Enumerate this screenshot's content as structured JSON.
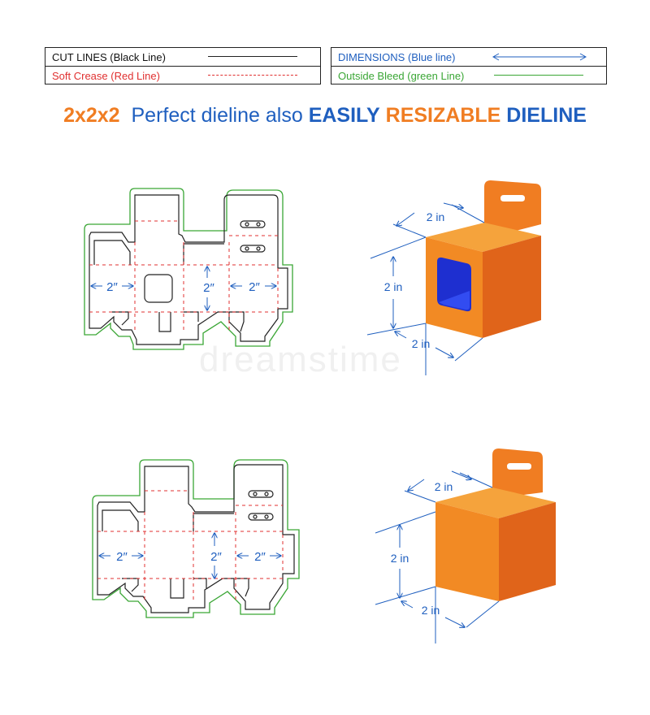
{
  "legend": {
    "cut_lines": "CUT LINES (Black Line)",
    "soft_crease": "Soft Crease (Red Line)",
    "dimensions": "DIMENSIONS (Blue line)",
    "outside_bleed": "Outside Bleed (green Line)"
  },
  "title": {
    "size": "2x2x2",
    "perfect": "Perfect dieline also",
    "easily": "EASILY",
    "resizable": "RESIZABLE",
    "dieline": "DIELINE"
  },
  "flat_labels": {
    "width": "2″",
    "height": "2″",
    "depth": "2″"
  },
  "box_labels": {
    "top": "2 in",
    "side": "2 in",
    "bottom": "2 in"
  },
  "watermark": "dreamstime",
  "colors": {
    "cut": "#222222",
    "crease": "#e03030",
    "dimension": "#1f5fbf",
    "bleed": "#3aa635",
    "orange_front": "#f28a24",
    "orange_side": "#e0641a",
    "orange_top": "#f5a33c",
    "window": "#1e2fd0"
  }
}
